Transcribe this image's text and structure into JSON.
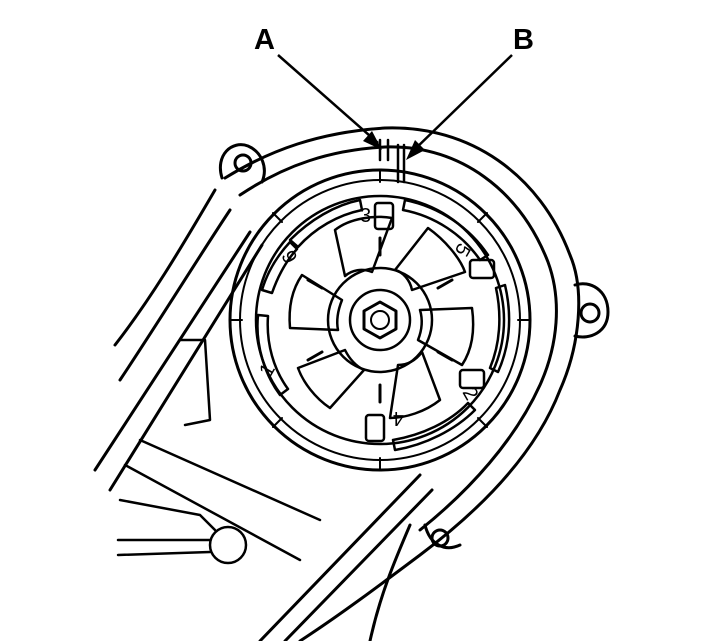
{
  "callouts": {
    "a": "A",
    "b": "B"
  },
  "pulley_marks": [
    "1",
    "2",
    "3",
    "4",
    "5",
    "6"
  ],
  "colors": {
    "ink": "#000000",
    "background": "#ffffff"
  }
}
